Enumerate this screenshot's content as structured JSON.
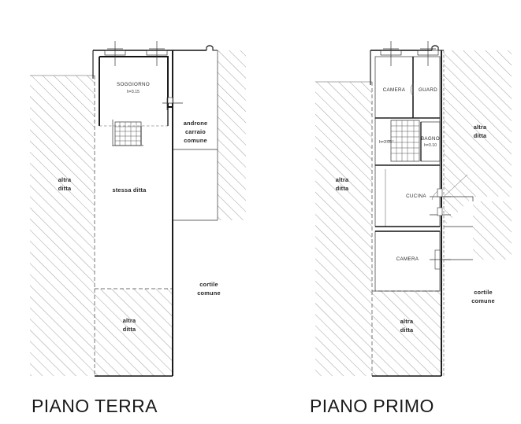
{
  "document": {
    "type": "architectural-floor-plan",
    "language": "it",
    "sheet_background": "#ffffff",
    "line_color": "#111111",
    "hatch_color": "#8d8d8d",
    "text_color": "#262626"
  },
  "plans": [
    {
      "id": "piano-terra",
      "title": "PIANO TERRA",
      "rooms": [
        {
          "name": "SOGGIORNO",
          "height_label": "h=3.15"
        }
      ],
      "area_labels": [
        {
          "text_line1": "altra",
          "text_line2": "ditta",
          "position": "left"
        },
        {
          "text_line1": "stessa",
          "text_line2": "ditta",
          "position": "center",
          "single_line": "stessa ditta"
        },
        {
          "text_line1": "androne",
          "text_line2": "carraio",
          "text_line3": "comune",
          "position": "right-upper"
        },
        {
          "text_line1": "cortile",
          "text_line2": "comune",
          "position": "right-lower"
        },
        {
          "text_line1": "altra",
          "text_line2": "ditta",
          "position": "bottom"
        }
      ],
      "features": {
        "windows": 2,
        "staircase": true,
        "doors": 2
      }
    },
    {
      "id": "piano-primo",
      "title": "PIANO PRIMO",
      "rooms": [
        {
          "name": "CAMERA",
          "height_label": ""
        },
        {
          "name": "GUARD",
          "height_label": ""
        },
        {
          "name": "BAGNO",
          "height_label": "h=3.10"
        },
        {
          "name": "CUCINA",
          "height_label": ""
        },
        {
          "name": "CAMERA",
          "height_label": ""
        }
      ],
      "stair_height_label": "h=3.05",
      "area_labels": [
        {
          "text_line1": "altra",
          "text_line2": "ditta",
          "position": "left"
        },
        {
          "text_line1": "altra",
          "text_line2": "ditta",
          "position": "right-upper"
        },
        {
          "text_line1": "cortile",
          "text_line2": "comune",
          "position": "right-lower"
        },
        {
          "text_line1": "altra",
          "text_line2": "ditta",
          "position": "bottom"
        }
      ],
      "features": {
        "windows": 2,
        "staircase": true,
        "doors": 4
      }
    }
  ]
}
